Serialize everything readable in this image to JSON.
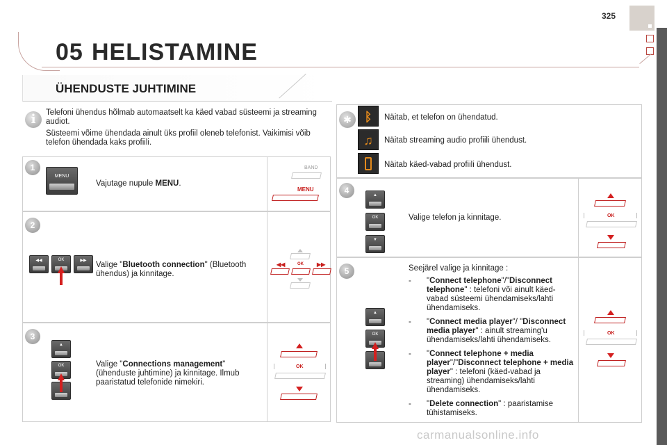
{
  "page_number": "325",
  "chapter": {
    "number": "05",
    "title": "HELISTAMINE"
  },
  "section_title": "ÜHENDUSTE JUHTIMINE",
  "info": {
    "p1": "Telefoni ühendus hõlmab automaatselt ka käed vabad süsteemi ja streaming audiot.",
    "p2": "Süsteemi võime ühendada ainult üks profiil oleneb telefonist. Vaikimisi võib telefon ühendada kaks profiili."
  },
  "steps": [
    {
      "number": "1",
      "text_prefix": "Vajutage nupule ",
      "text_bold": "MENU",
      "text_suffix": ".",
      "button_label": "MENU",
      "diagram_band": "BAND",
      "diagram_menu": "MENU"
    },
    {
      "number": "2",
      "text_prefix": "Valige \"",
      "text_bold": "Bluetooth connection",
      "text_suffix": "\" (Bluetooth ühendus) ja kinnitage.",
      "button_ok": "OK"
    },
    {
      "number": "3",
      "text_prefix": "Valige \"",
      "text_bold": "Connections management",
      "text_suffix": "\" (ühenduste juhtimine) ja kinnitage. Ilmub paaristatud telefonide nimekiri.",
      "button_ok": "OK"
    },
    {
      "number": "4",
      "text": "Valige telefon ja kinnitage.",
      "button_ok": "OK"
    },
    {
      "number": "5",
      "intro": "Seejärel valige ja kinnitage :",
      "button_ok": "OK"
    }
  ],
  "status": [
    {
      "icon": "bluetooth-icon",
      "text": "Näitab, et telefon on ühendatud."
    },
    {
      "icon": "music-note-icon",
      "text": "Näitab streaming audio profiili ühendust."
    },
    {
      "icon": "phone-icon",
      "text": "Näitab käed-vabad profiili ühendust."
    }
  ],
  "options": [
    {
      "dash": "-",
      "q1": "\"",
      "b1": "Connect telephone",
      "mid": "\"/\"",
      "b2": "Disconnect telephone",
      "rest": "\" : telefoni või ainult käed-vabad süsteemi ühendamiseks/lahti ühendamiseks."
    },
    {
      "dash": "-",
      "q1": "\"",
      "b1": "Connect media player",
      "mid": "\"/ \"",
      "b2": "Disconnect media player",
      "rest": "\" : ainult streaming'u ühendamiseks/lahti ühendamiseks."
    },
    {
      "dash": "-",
      "q1": "\"",
      "b1": "Connect telephone + media player",
      "mid": "\"/\"",
      "b2": "Disconnect telephone + media player",
      "rest": "\" : telefoni (käed-vabad ja streaming) ühendamiseks/lahti ühendamiseks."
    },
    {
      "dash": "-",
      "q1": "\"",
      "b1": "Delete connection",
      "mid": "",
      "b2": "",
      "rest": "\" : paaristamise tühistamiseks."
    }
  ],
  "watermark": "carmanualsonline.info",
  "colors": {
    "accent_red": "#d4201f",
    "header_line": "#c8a4a0",
    "panel_border": "#cfcfcf"
  }
}
